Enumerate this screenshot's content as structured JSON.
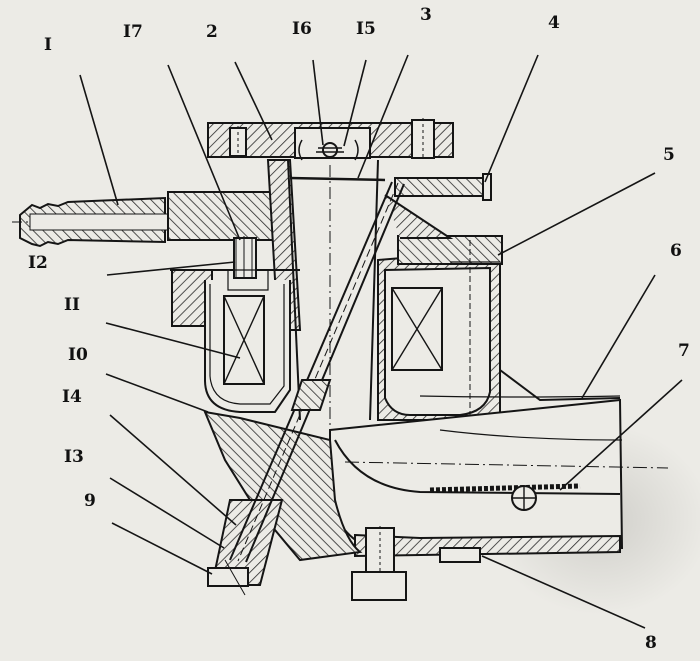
{
  "labels": {
    "l1": "I",
    "l17": "I7",
    "l2": "2",
    "l16": "I6",
    "l15": "I5",
    "l3": "3",
    "l4": "4",
    "l5": "5",
    "l6": "6",
    "l7": "7",
    "l12": "I2",
    "l11": "II",
    "l10": "I0",
    "l14": "I4",
    "l13": "I3",
    "l9": "9",
    "l8": "8"
  },
  "colors": {
    "paper": "#ecebe6",
    "ink": "#151515",
    "hatch": "#2a2a2a",
    "stain": "#b9b8b3"
  }
}
